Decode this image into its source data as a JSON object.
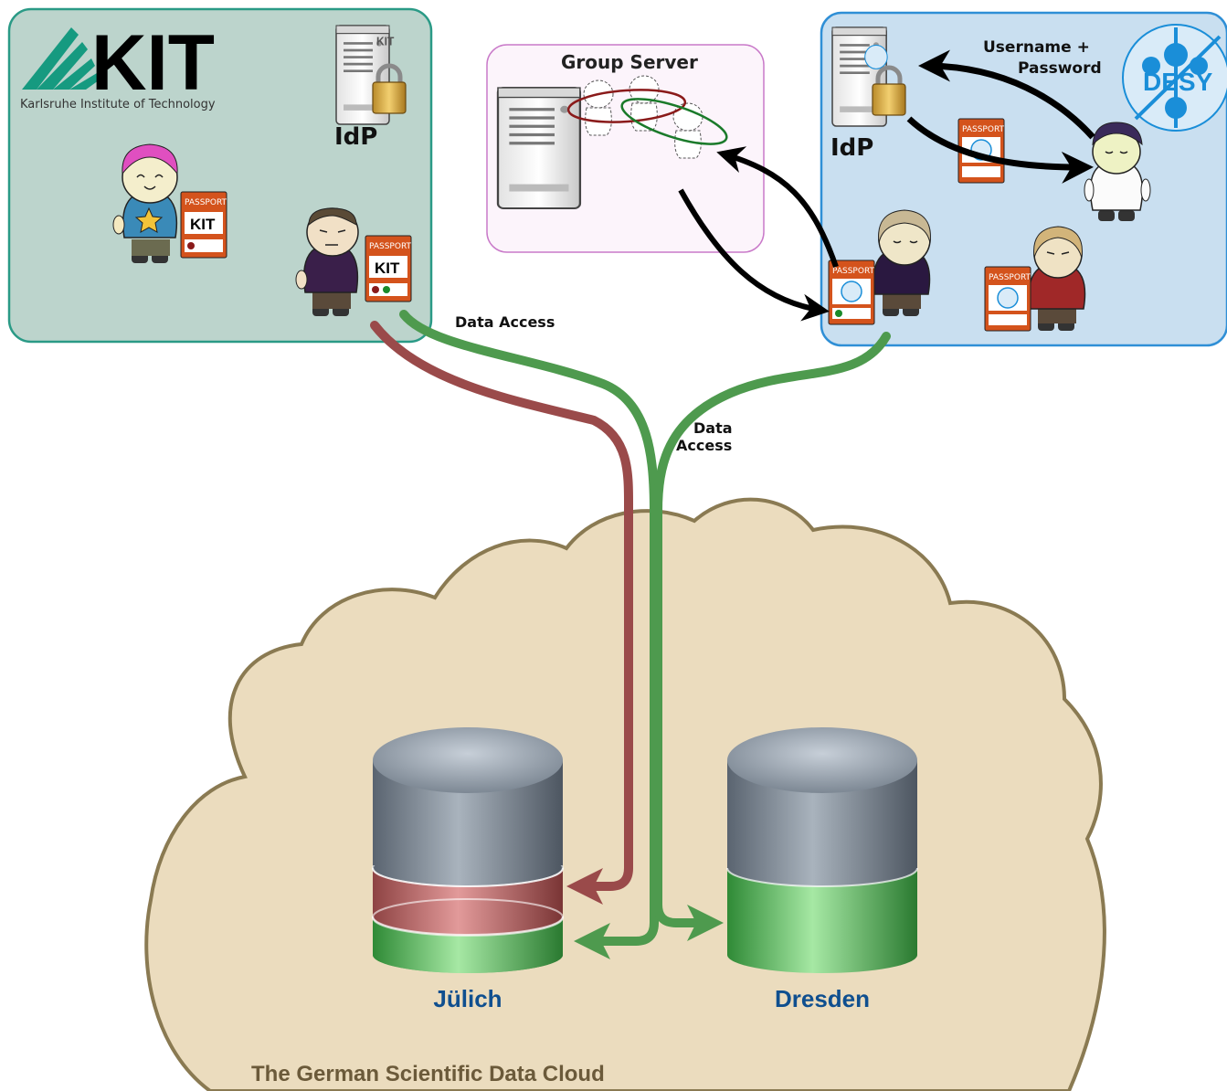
{
  "kit": {
    "logo_text": "KIT",
    "subtitle": "Karlsruhe Institute of Technology",
    "idp_label": "IdP",
    "passport_label": "PASSPORT",
    "passport_logo": "KIT"
  },
  "group_server": {
    "title": "Group Server"
  },
  "desy": {
    "logo_text": "DESY",
    "idp_label": "IdP",
    "credentials_line1": "Username +",
    "credentials_line2": "Password",
    "passport_label": "PASSPORT"
  },
  "flows": {
    "data_access_top": "Data Access",
    "data_access_mid_line1": "Data",
    "data_access_mid_line2": "Access"
  },
  "cloud": {
    "title": "The German Scientific Data Cloud",
    "site_left": "Jülich",
    "site_right": "Dresden"
  },
  "colors": {
    "kit_panel": "#bcd4cc",
    "kit_border": "#2a9a86",
    "kit_green": "#169a80",
    "desy_panel": "#c9dff0",
    "desy_border": "#2f8fd6",
    "desy_blue": "#1a8ed8",
    "group_panel": "#fcf4fb",
    "group_border": "#c97ac9",
    "cloud_fill": "#ebdcbe",
    "cloud_border": "#8a7a52",
    "flow_red": "#9a4a4a",
    "flow_green": "#4e9a4e",
    "site_label": "#0f4f8f",
    "cloud_title": "#6b5a3a"
  },
  "icons": [
    "server-icon",
    "padlock-icon",
    "passport-icon",
    "person-icon",
    "database-icon",
    "cloud-icon",
    "desy-logo-icon",
    "kit-logo-icon"
  ]
}
